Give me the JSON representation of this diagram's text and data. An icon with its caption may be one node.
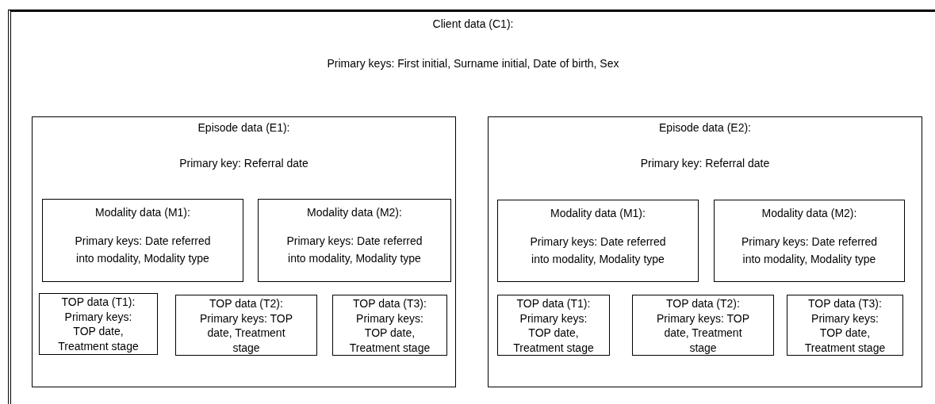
{
  "diagram": {
    "nodes": [
      {
        "text": [
          "Client data (C1):",
          "Primary keys: First initial, Surname initial, Date of birth, Sex"
        ]
      },
      {
        "text": [
          "Episode data (E1):",
          "Primary key: Referral date"
        ],
        "in": 0
      },
      {
        "text": [
          "Modality data (M1):",
          "Primary keys: Date referred into modality, Modality type"
        ],
        "in": 1
      },
      {
        "text": [
          "Modality data (M2):",
          "Primary keys: Date referred into modality, Modality type"
        ],
        "in": 1
      },
      {
        "text": [
          "TOP data (T1):",
          "Primary keys: TOP date, Treatment stage"
        ],
        "in": 1
      },
      {
        "text": [
          "TOP data (T2):",
          "Primary keys: TOP date, Treatment stage"
        ],
        "in": 1
      },
      {
        "text": [
          "TOP data (T3):",
          "Primary keys: TOP date, Treatment stage"
        ],
        "in": 1
      },
      {
        "text": [
          "Episode data (E2):",
          "Primary key: Referral date"
        ],
        "in": 0
      },
      {
        "text": [
          "Modality data (M1):",
          "Primary keys: Date referred into modality, Modality type"
        ],
        "in": 7
      },
      {
        "text": [
          "Modality data (M2):",
          "Primary keys: Date referred into modality, Modality type"
        ],
        "in": 7
      },
      {
        "text": [
          "TOP data (T1):",
          "Primary keys: TOP date, Treatment stage"
        ],
        "in": 7
      },
      {
        "text": [
          "TOP data (T2):",
          "Primary keys: TOP date, Treatment stage"
        ],
        "in": 7
      },
      {
        "text": [
          "TOP data (T3):",
          "Primary keys: TOP date, Treatment stage"
        ],
        "in": 7
      }
    ]
  }
}
